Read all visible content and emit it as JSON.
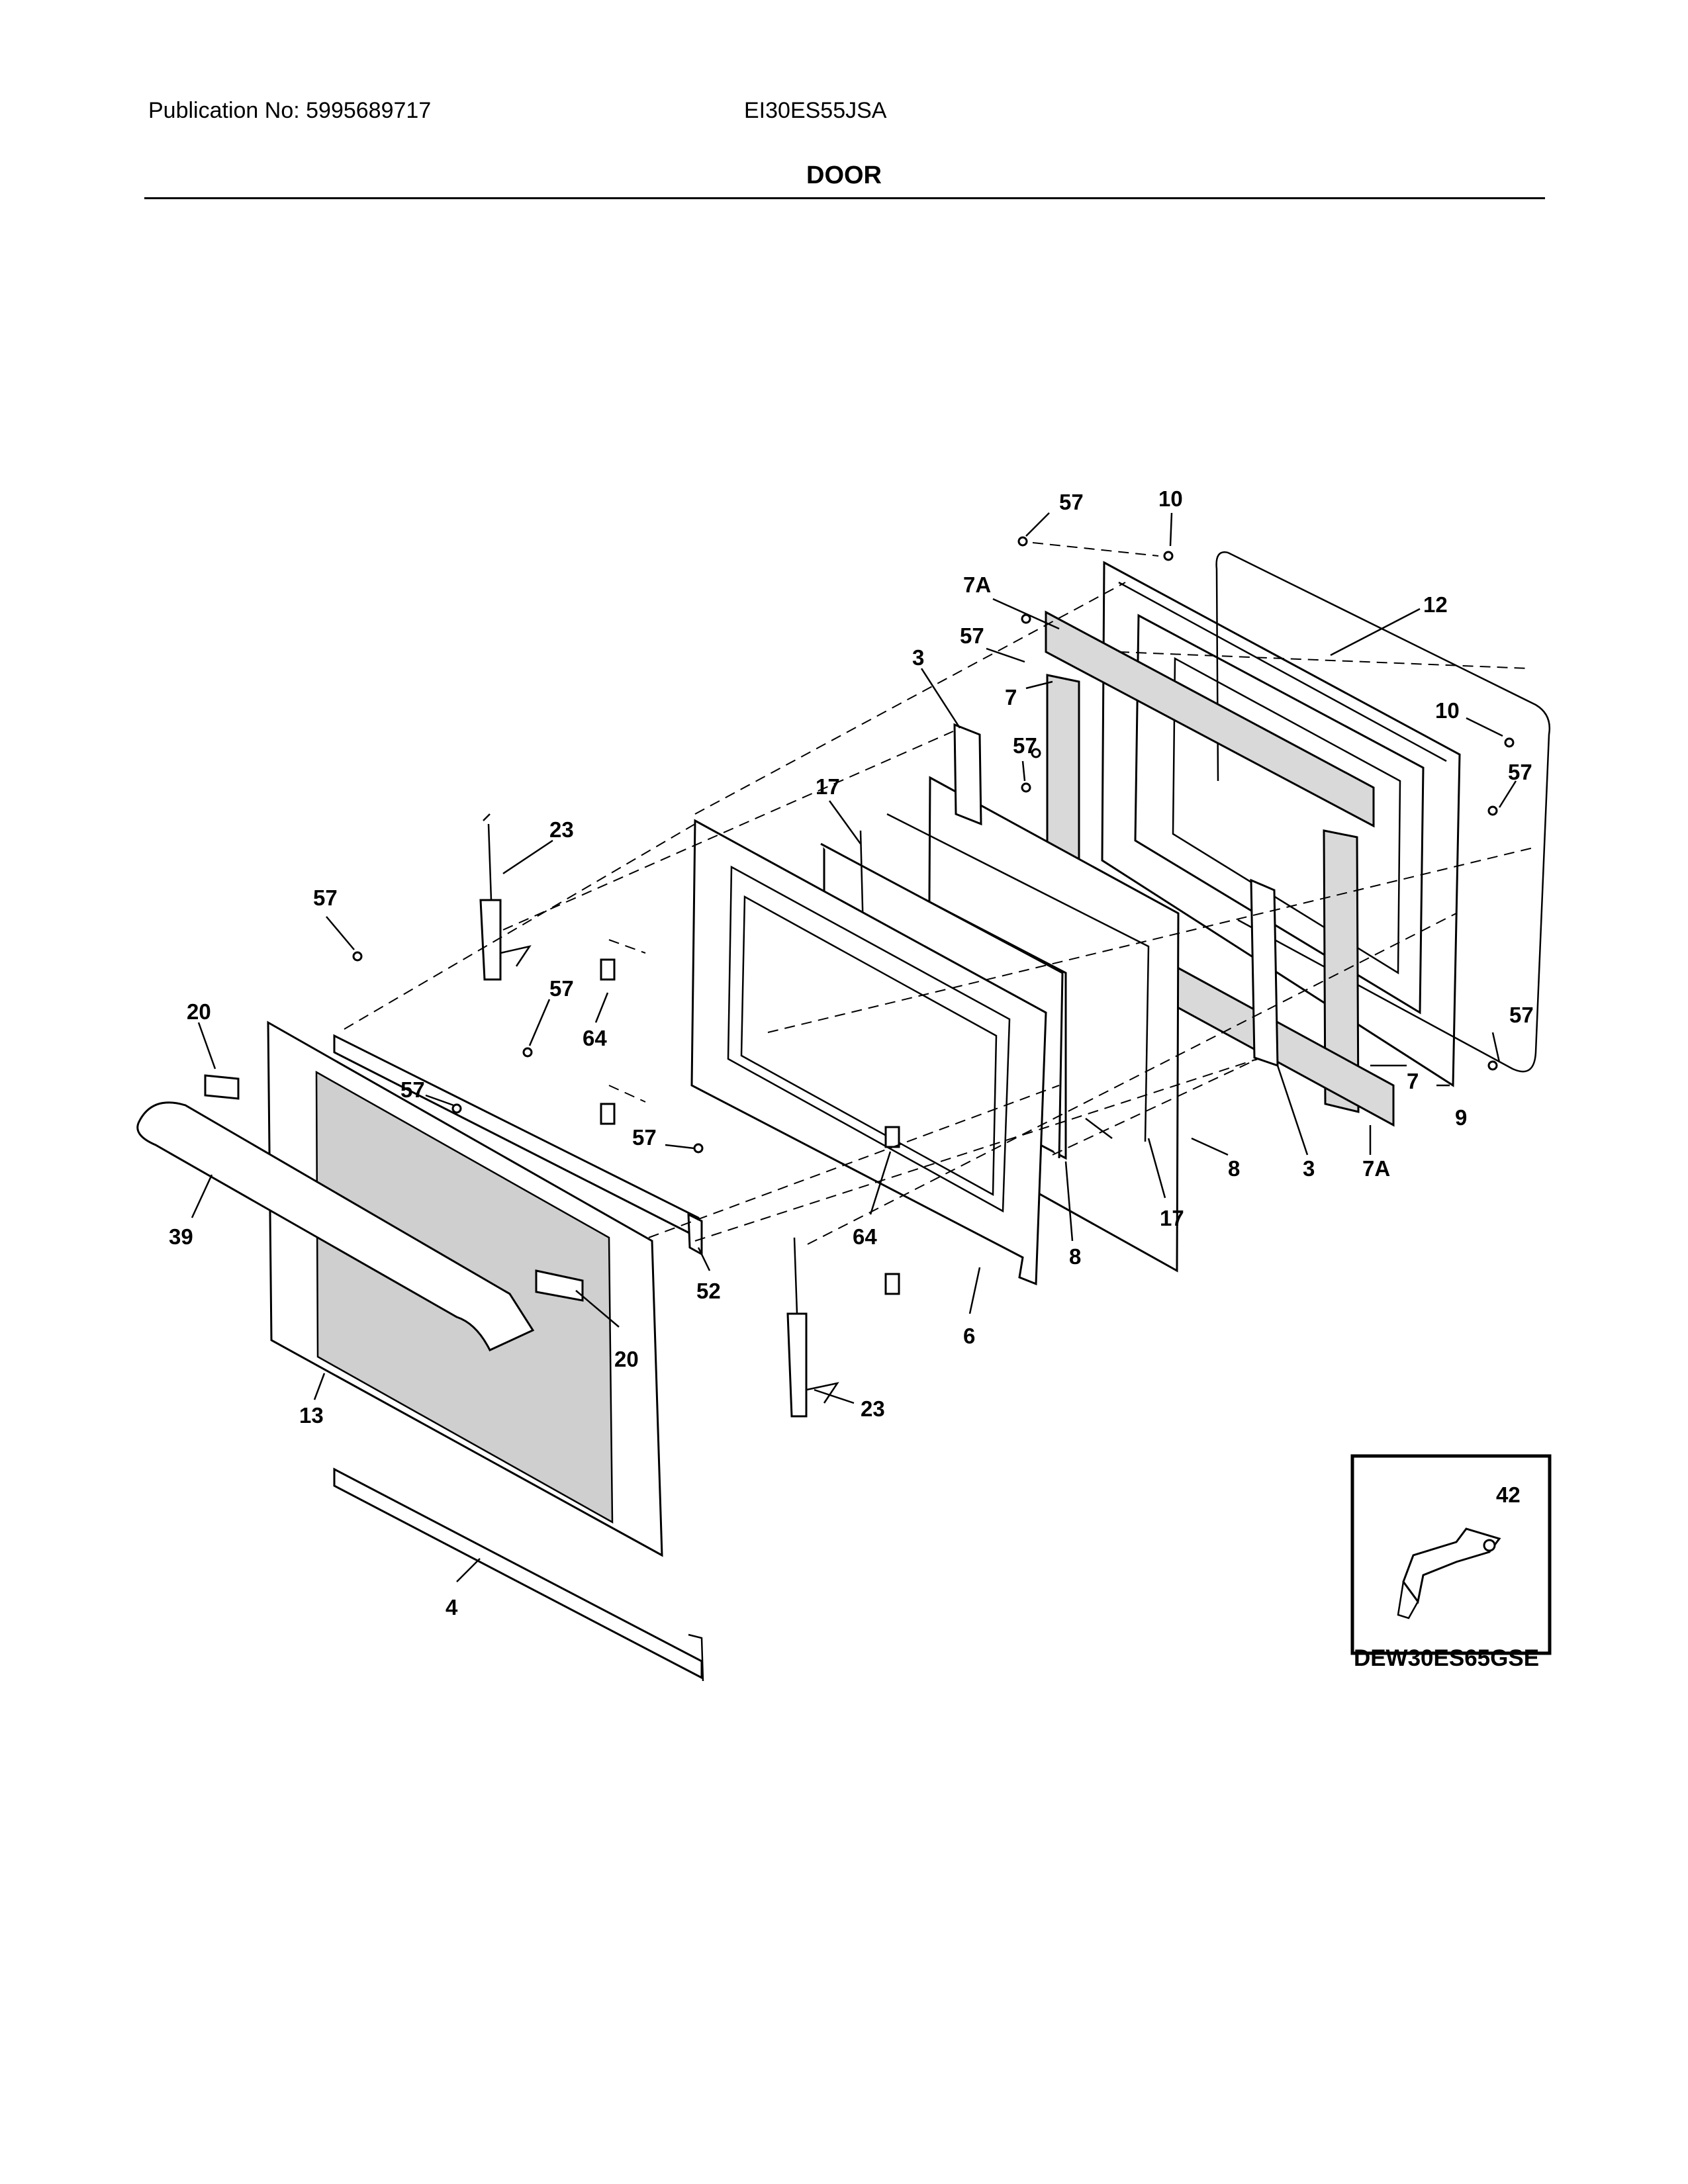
{
  "header": {
    "publication": "Publication No: 5995689717",
    "model": "EI30ES55JSA",
    "title": "DOOR"
  },
  "callouts": [
    {
      "id": "57a",
      "text": "57"
    },
    {
      "id": "10a",
      "text": "10"
    },
    {
      "id": "7Aa",
      "text": "7A"
    },
    {
      "id": "12",
      "text": "12"
    },
    {
      "id": "57b",
      "text": "57"
    },
    {
      "id": "3a",
      "text": "3"
    },
    {
      "id": "7a",
      "text": "7"
    },
    {
      "id": "10b",
      "text": "10"
    },
    {
      "id": "57c",
      "text": "57"
    },
    {
      "id": "57d",
      "text": "57"
    },
    {
      "id": "17a",
      "text": "17"
    },
    {
      "id": "23a",
      "text": "23"
    },
    {
      "id": "57e",
      "text": "57"
    },
    {
      "id": "57f",
      "text": "57"
    },
    {
      "id": "64a",
      "text": "64"
    },
    {
      "id": "20a",
      "text": "20"
    },
    {
      "id": "57g",
      "text": "57"
    },
    {
      "id": "57h",
      "text": "57"
    },
    {
      "id": "57i",
      "text": "57"
    },
    {
      "id": "7b",
      "text": "7"
    },
    {
      "id": "9",
      "text": "9"
    },
    {
      "id": "8a",
      "text": "8"
    },
    {
      "id": "3b",
      "text": "3"
    },
    {
      "id": "7Ab",
      "text": "7A"
    },
    {
      "id": "17b",
      "text": "17"
    },
    {
      "id": "39",
      "text": "39"
    },
    {
      "id": "52",
      "text": "52"
    },
    {
      "id": "64b",
      "text": "64"
    },
    {
      "id": "8b",
      "text": "8"
    },
    {
      "id": "20b",
      "text": "20"
    },
    {
      "id": "6",
      "text": "6"
    },
    {
      "id": "23b",
      "text": "23"
    },
    {
      "id": "13",
      "text": "13"
    },
    {
      "id": "4",
      "text": "4"
    },
    {
      "id": "42",
      "text": "42"
    }
  ],
  "inset": {
    "caption": "DEW30ES65GSE"
  }
}
